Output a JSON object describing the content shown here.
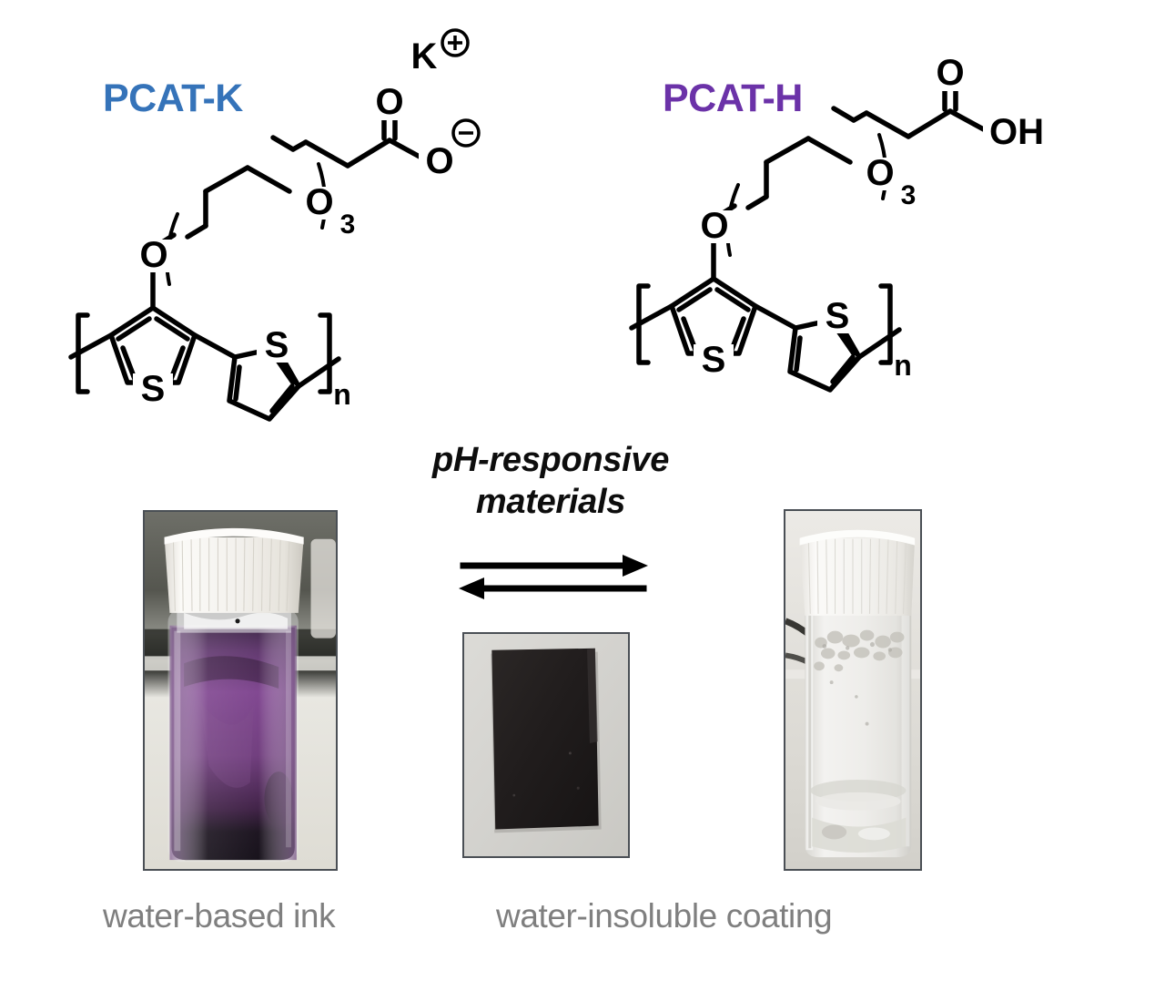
{
  "figure": {
    "background_color": "#ffffff",
    "type": "graphical-abstract"
  },
  "structures": {
    "left": {
      "name": "PCAT-K",
      "name_color": "#3573b9",
      "counter_ion": "K",
      "counter_ion_charge": "⊕",
      "carbonyl_oxygen": "O",
      "terminal_group": "O",
      "terminal_charge": "⊖",
      "ether_oxygen": "O",
      "repeat_ethylene_glycol": "3",
      "ring_oxygen": "O",
      "thiophene_sulfur_1": "S",
      "thiophene_sulfur_2": "S",
      "polymer_repeat": "n"
    },
    "right": {
      "name": "PCAT-H",
      "name_color": "#6b32a8",
      "carbonyl_oxygen": "O",
      "terminal_group": "OH",
      "ether_oxygen": "O",
      "repeat_ethylene_glycol": "3",
      "ring_oxygen": "O",
      "thiophene_sulfur_1": "S",
      "thiophene_sulfur_2": "S",
      "polymer_repeat": "n"
    }
  },
  "center": {
    "heading_line1": "pH-responsive",
    "heading_line2": "materials",
    "heading_color": "#0d0d0d",
    "arrow_forward": "right-arrow-icon",
    "arrow_reverse": "left-arrow-icon"
  },
  "photos": {
    "ink": {
      "alt": "glass vial with white cap containing deep purple water-based polymer ink",
      "cap_color": "#f2f1ee",
      "liquid_color": "#6b3a7a",
      "liquid_dark_color": "#1a0d22",
      "background_color": "#5a5b55"
    },
    "film": {
      "alt": "black polymer coating film square on light gray background",
      "film_color": "#231f20",
      "background_color": "#d3d2ce"
    },
    "coating": {
      "alt": "glass vial with white cap containing clear water and insoluble coating",
      "cap_color": "#f3f2f0",
      "liquid_color": "#e7e6e3",
      "background_color": "#dedcd8"
    }
  },
  "captions": {
    "ink": "water-based ink",
    "coating": "water-insoluble  coating",
    "color": "#7f7f7f"
  }
}
